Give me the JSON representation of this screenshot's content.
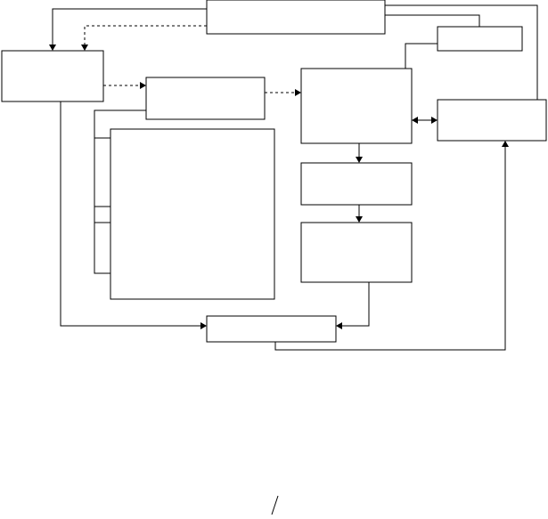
{
  "diagram": {
    "boxes": [
      {
        "id": "top-center-box",
        "label": ""
      },
      {
        "id": "top-right-small-box",
        "label": ""
      },
      {
        "id": "left-box",
        "label": ""
      },
      {
        "id": "middle-box",
        "label": ""
      },
      {
        "id": "large-box",
        "label": ""
      },
      {
        "id": "center-box",
        "label": ""
      },
      {
        "id": "right-box",
        "label": ""
      },
      {
        "id": "lower-center-box-1",
        "label": ""
      },
      {
        "id": "lower-center-box-2",
        "label": ""
      },
      {
        "id": "bottom-box",
        "label": ""
      }
    ]
  }
}
